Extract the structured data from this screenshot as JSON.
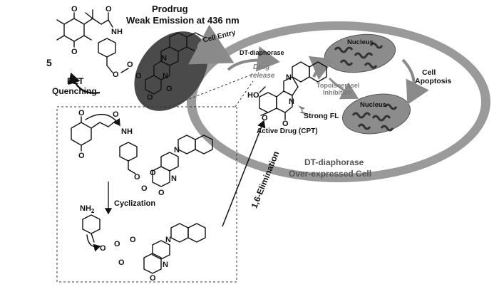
{
  "labels": {
    "prodrug_title": "Prodrug",
    "prodrug_subtitle": "Weak Emission at 436 nm",
    "compound_number": "5",
    "pet_line1": "PET",
    "pet_line2": "Quenching",
    "cell_entry": "Cell Entry",
    "dt_diaphorase_small": "DT-diaphorase",
    "drug_release_line1": "Drug",
    "drug_release_line2": "release",
    "nucleus_top": "Nucleus",
    "nucleus_bottom": "Nucleus",
    "topo_line1": "Topoisoerasel",
    "topo_line2": "Inhibition",
    "cell_line1": "Cell",
    "cell_line2": "Apoptosis",
    "strong_fl": "Strong FL",
    "active_drug": "Active Drug (CPT)",
    "cell_caption_line1": "DT-diaphorase",
    "cell_caption_line2": "Over-expressed Cell",
    "elimination": "1,6-Elimination",
    "cyclization": "Cyclization",
    "nh2": "NH",
    "nh2_sub": "2",
    "atom_o": "O",
    "atom_n": "N",
    "atom_nh": "NH",
    "atom_ho": "HO"
  },
  "colors": {
    "cell_ring": "#9a9a9a",
    "cell_inner": "#ffffff",
    "nucleus_fill": "#8c8c8c",
    "prodrug_oval": "#4a4a4a",
    "arrow_gray": "#8a8a8a",
    "text_gray": "#7d7d7d"
  }
}
